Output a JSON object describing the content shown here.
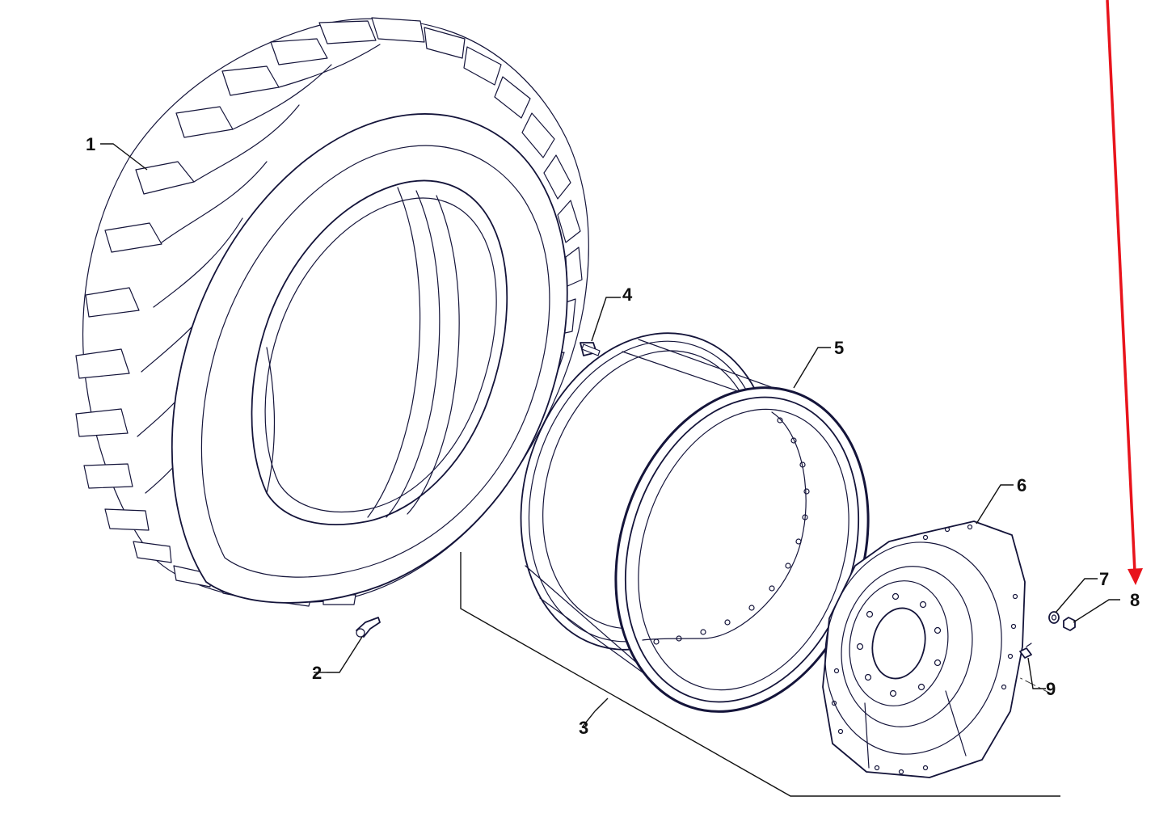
{
  "diagram": {
    "parts": [
      {
        "id": "1",
        "label": "1"
      },
      {
        "id": "2",
        "label": "2"
      },
      {
        "id": "3",
        "label": "3"
      },
      {
        "id": "4",
        "label": "4"
      },
      {
        "id": "5",
        "label": "5"
      },
      {
        "id": "6",
        "label": "6"
      },
      {
        "id": "7",
        "label": "7"
      },
      {
        "id": "8",
        "label": "8"
      },
      {
        "id": "9",
        "label": "9"
      }
    ],
    "colors": {
      "ink": "#14143a",
      "leader": "#111111",
      "highlight_arrow": "#e8141c",
      "background": "#ffffff"
    }
  }
}
